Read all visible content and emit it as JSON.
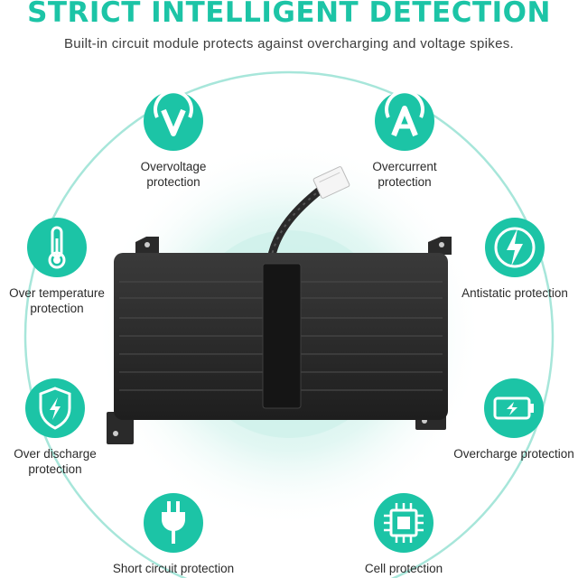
{
  "header": {
    "title": "STRICT INTELLIGENT DETECTION",
    "subtitle": "Built-in circuit module protects against overcharging and voltage spikes."
  },
  "colors": {
    "accent": "#1cc4a6",
    "ring": "#a7e6da",
    "glow": "#d6f4ee",
    "battery": "#2b2b2b"
  },
  "features": [
    {
      "icon": "overvoltage-v-icon",
      "label": "Overvoltage\nprotection"
    },
    {
      "icon": "overcurrent-a-icon",
      "label": "Overcurrent\nprotection"
    },
    {
      "icon": "thermometer-icon",
      "label": "Over temperature\nprotection"
    },
    {
      "icon": "lightning-icon",
      "label": "Antistatic protection"
    },
    {
      "icon": "shield-bolt-icon",
      "label": "Over discharge\nprotection"
    },
    {
      "icon": "battery-charge-icon",
      "label": "Overcharge protection"
    },
    {
      "icon": "plug-icon",
      "label": "Short circuit protection"
    },
    {
      "icon": "chip-icon",
      "label": "Cell protection"
    }
  ]
}
